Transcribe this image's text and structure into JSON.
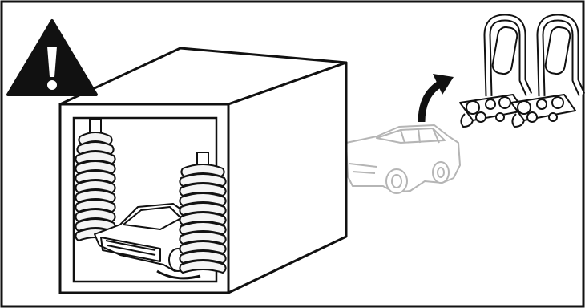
{
  "figure": {
    "panels": [
      {
        "id": "warning",
        "icon": "warning-triangle-icon"
      },
      {
        "id": "car-wash",
        "icon": "car-wash-icon"
      },
      {
        "id": "car-faded",
        "icon": "car-icon"
      },
      {
        "id": "arrow",
        "icon": "curved-arrow-icon"
      },
      {
        "id": "racks",
        "icon": "kayak-rack-icon"
      }
    ],
    "colors": {
      "ink": "#111111",
      "faded": "#b5b5b5",
      "paper": "#ffffff",
      "brush_fill": "#f4f4f4"
    }
  }
}
